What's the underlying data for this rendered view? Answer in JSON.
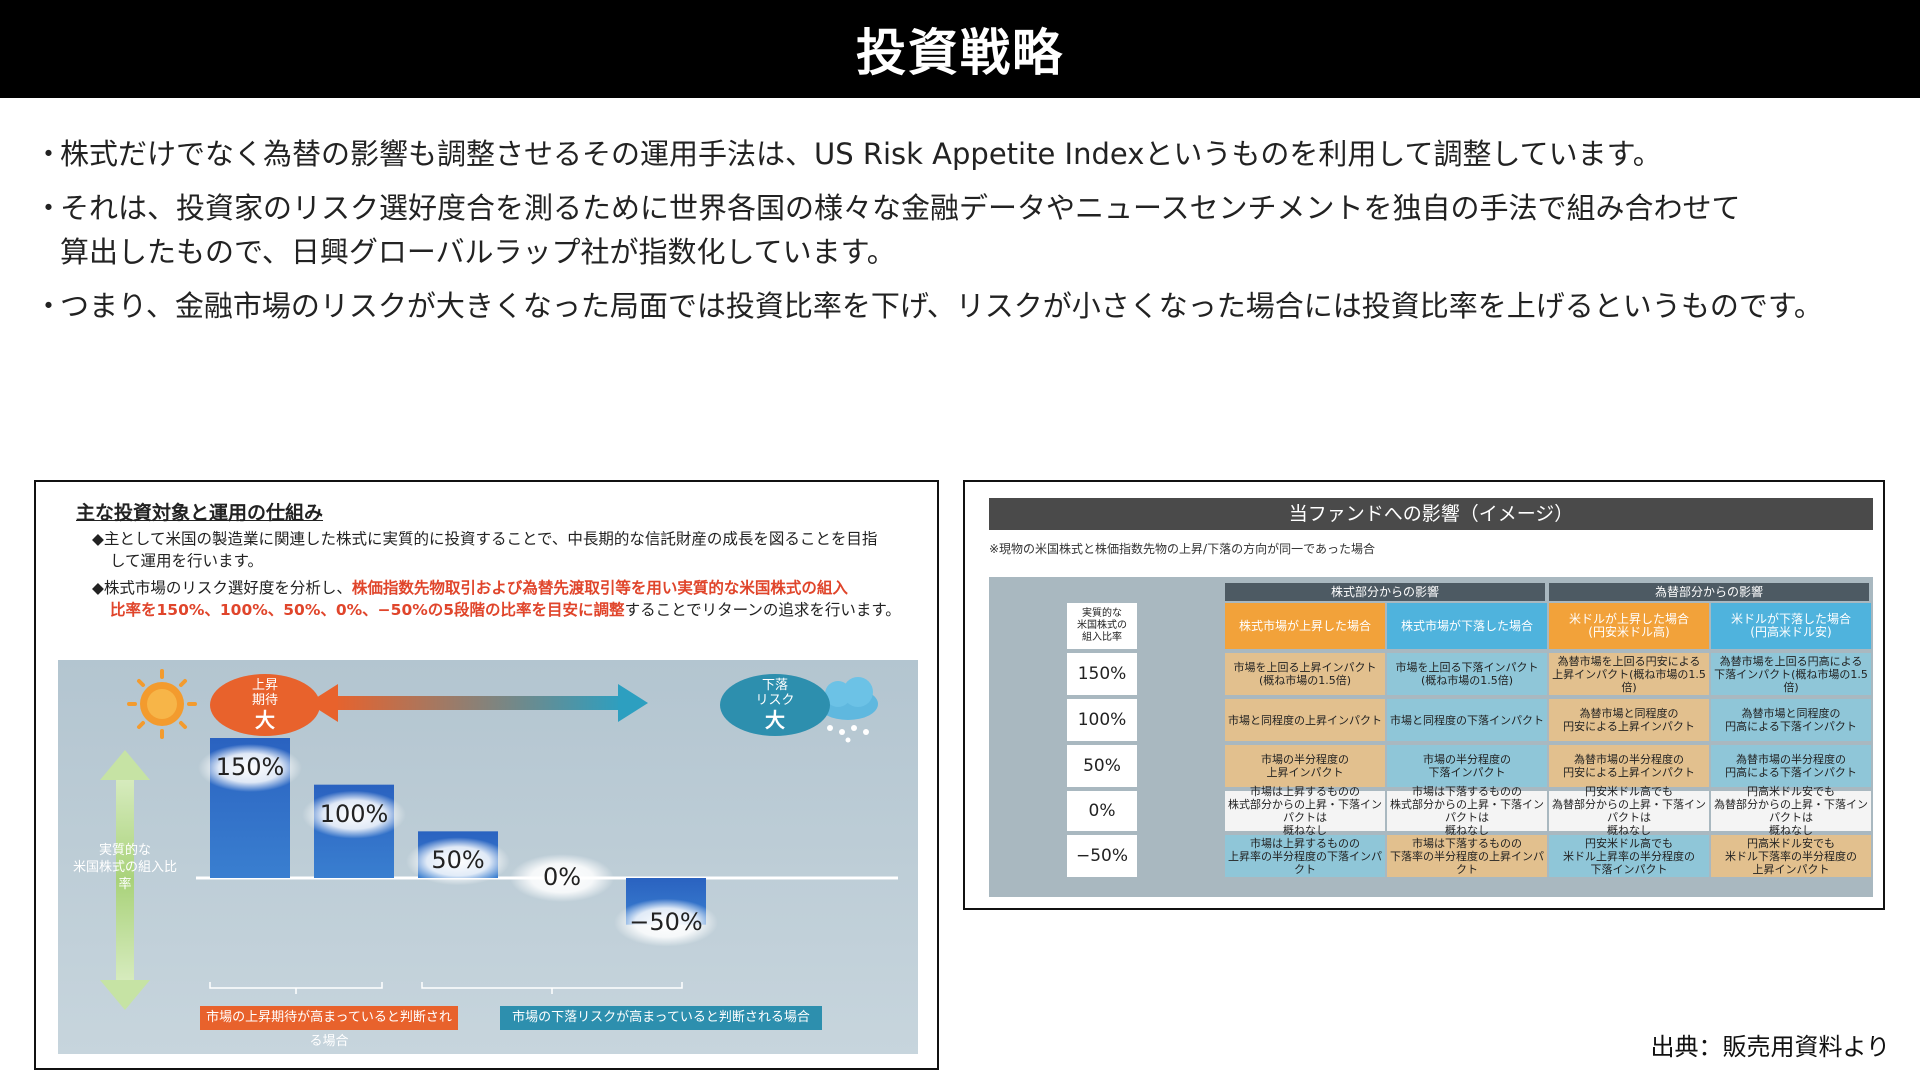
{
  "title": "投資戦略",
  "bullets": [
    "株式だけでなく為替の影響も調整させるその運用手法は、US Risk Appetite Indexというものを利用して調整しています。",
    "それは、投資家のリスク選好度合を測るために世界各国の様々な金融データやニュースセンチメントを独自の手法で組み合わせて",
    "算出したもので、日興グローバルラップ社が指数化しています。",
    "つまり、金融市場のリスクが大きくなった局面では投資比率を下げ、リスクが小さくなった場合には投資比率を上げるというものです。"
  ],
  "bullet_marker": "・",
  "left_panel": {
    "title": "主な投資対象と運用の仕組み",
    "line1": "◆主として米国の製造業に関連した株式に実質的に投資することで、中長期的な信託財産の成長を図ることを目指",
    "line2": "して運用を行います。",
    "line3a": "◆株式市場のリスク選好度を分析し、",
    "line3b": "株価指数先物取引および為替先渡取引等を用い実質的な米国株式の組入",
    "line4a": "比率を150%、100%、50%、0%、−50%の5段階の比率を目安に調整",
    "line4b": "することでリターンの追求を行います。",
    "up_bubble": {
      "line1": "上昇",
      "line2": "期待",
      "big": "大"
    },
    "down_bubble": {
      "line1": "下落",
      "line2": "リスク",
      "big": "大"
    },
    "yaxis_line1": "実質的な",
    "yaxis_line2": "米国株式の組入比率",
    "band_left": "市場の上昇期待が高まっていると判断される場合",
    "band_right": "市場の下落リスクが高まっていると判断される場合",
    "colors": {
      "orange": "#e8622c",
      "teal": "#2d8fae",
      "bar": "#2c6cc4"
    }
  },
  "chart_data": {
    "type": "bar",
    "categories": [
      "150%",
      "100%",
      "50%",
      "0%",
      "−50%"
    ],
    "values": [
      150,
      100,
      50,
      0,
      -50
    ],
    "title": "",
    "xlabel": "",
    "ylabel": "実質的な米国株式の組入比率",
    "ylim": [
      -50,
      150
    ]
  },
  "right_panel": {
    "header": "当ファンドへの影響（イメージ）",
    "note": "※現物の米国株式と株価指数先物の上昇/下落の方向が同一であった場合",
    "group_stock": "株式部分からの影響",
    "group_fx": "為替部分からの影響",
    "corner": [
      "実質的な",
      "米国株式の",
      "組入比率"
    ],
    "col_headers": [
      [
        "株式市場が上昇した場合"
      ],
      [
        "株式市場が下落した場合"
      ],
      [
        "米ドルが上昇した場合",
        "(円安米ドル高)"
      ],
      [
        "米ドルが下落した場合",
        "(円高米ドル安)"
      ]
    ],
    "rows": [
      {
        "pct": "150%",
        "cells": [
          [
            "市場を上回る上昇インパクト",
            "(概ね市場の1.5倍)"
          ],
          [
            "市場を上回る下落インパクト",
            "(概ね市場の1.5倍)"
          ],
          [
            "為替市場を上回る円安による",
            "上昇インパクト(概ね市場の1.5倍)"
          ],
          [
            "為替市場を上回る円高による",
            "下落インパクト(概ね市場の1.5倍)"
          ]
        ]
      },
      {
        "pct": "100%",
        "cells": [
          [
            "市場と同程度の上昇インパクト"
          ],
          [
            "市場と同程度の下落インパクト"
          ],
          [
            "為替市場と同程度の",
            "円安による上昇インパクト"
          ],
          [
            "為替市場と同程度の",
            "円高による下落インパクト"
          ]
        ]
      },
      {
        "pct": "50%",
        "cells": [
          [
            "市場の半分程度の",
            "上昇インパクト"
          ],
          [
            "市場の半分程度の",
            "下落インパクト"
          ],
          [
            "為替市場の半分程度の",
            "円安による上昇インパクト"
          ],
          [
            "為替市場の半分程度の",
            "円高による下落インパクト"
          ]
        ]
      },
      {
        "pct": "0%",
        "cells": [
          [
            "市場は上昇するものの",
            "株式部分からの上昇・下落インパクトは",
            "概ねなし"
          ],
          [
            "市場は下落するものの",
            "株式部分からの上昇・下落インパクトは",
            "概ねなし"
          ],
          [
            "円安米ドル高でも",
            "為替部分からの上昇・下落インパクトは",
            "概ねなし"
          ],
          [
            "円高米ドル安でも",
            "為替部分からの上昇・下落インパクトは",
            "概ねなし"
          ]
        ]
      },
      {
        "pct": "−50%",
        "cells": [
          [
            "市場は上昇するものの",
            "上昇率の半分程度の下落インパクト"
          ],
          [
            "市場は下落するものの",
            "下落率の半分程度の上昇インパクト"
          ],
          [
            "円安米ドル高でも",
            "米ドル上昇率の半分程度の",
            "下落インパクト"
          ],
          [
            "円高米ドル安でも",
            "米ドル下落率の半分程度の",
            "上昇インパクト"
          ]
        ]
      }
    ]
  },
  "source": "出典：販売用資料より"
}
